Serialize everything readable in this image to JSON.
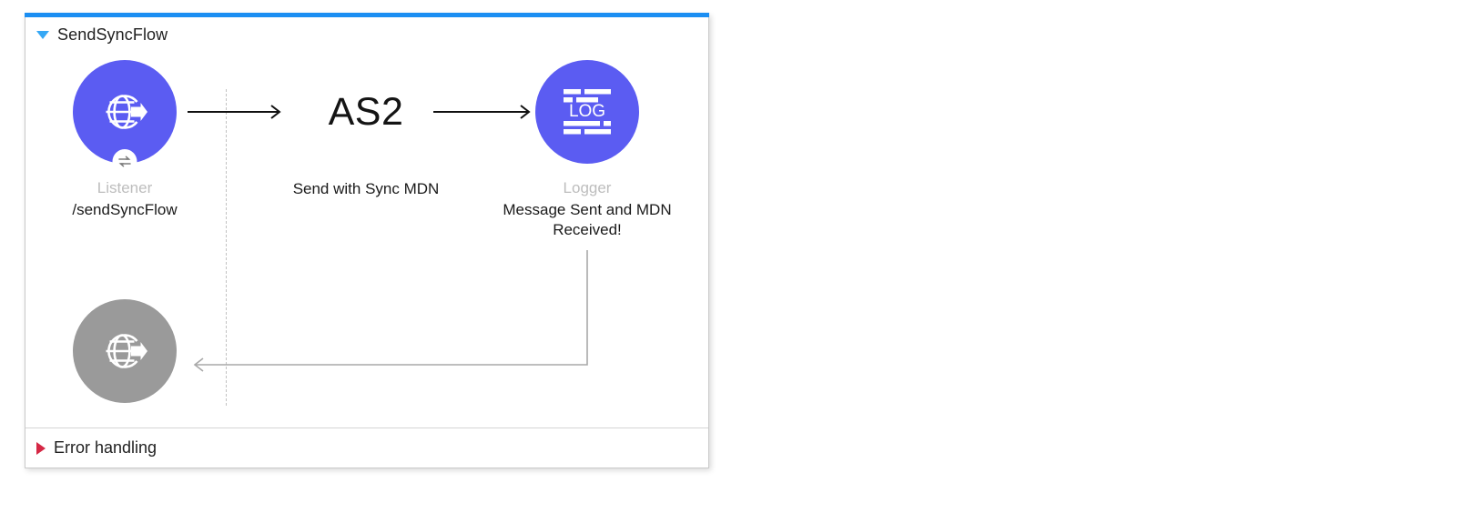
{
  "panel": {
    "title": "SendSyncFlow",
    "toggle_icon": "triangle-down-icon",
    "accent_color": "#1b8ef2",
    "background": "#ffffff",
    "border_color": "#c9c9c9"
  },
  "error_section": {
    "label": "Error handling",
    "toggle_icon": "triangle-right-icon",
    "toggle_color": "#d52845",
    "expanded": false
  },
  "nodes": [
    {
      "id": "listener",
      "icon": "globe-arrow-icon",
      "badge_icon": "request-reply-icon",
      "type_label": "Listener",
      "name_label": "/sendSyncFlow",
      "color": "#5b5cf2",
      "state": "active"
    },
    {
      "id": "as2",
      "icon": "as2-text-icon",
      "icon_text": "AS2",
      "type_label": "",
      "name_label": "Send with Sync MDN",
      "color": "#141414",
      "state": "active"
    },
    {
      "id": "logger",
      "icon": "log-icon",
      "icon_text": "LOG",
      "type_label": "Logger",
      "name_label": "Message Sent and MDN Received!",
      "color": "#5b5cf2",
      "state": "active"
    },
    {
      "id": "return",
      "icon": "globe-arrow-icon",
      "type_label": "",
      "name_label": "",
      "color": "#9a9a9a",
      "state": "inactive"
    }
  ],
  "connectors": [
    {
      "id": "listener-to-as2",
      "from": "listener",
      "to": "as2",
      "direction": "right",
      "color": "#111111"
    },
    {
      "id": "as2-to-logger",
      "from": "as2",
      "to": "logger",
      "direction": "right",
      "color": "#111111"
    },
    {
      "id": "logger-to-return",
      "from": "logger",
      "to": "return",
      "direction": "left",
      "color": "#a8a8a8"
    }
  ]
}
